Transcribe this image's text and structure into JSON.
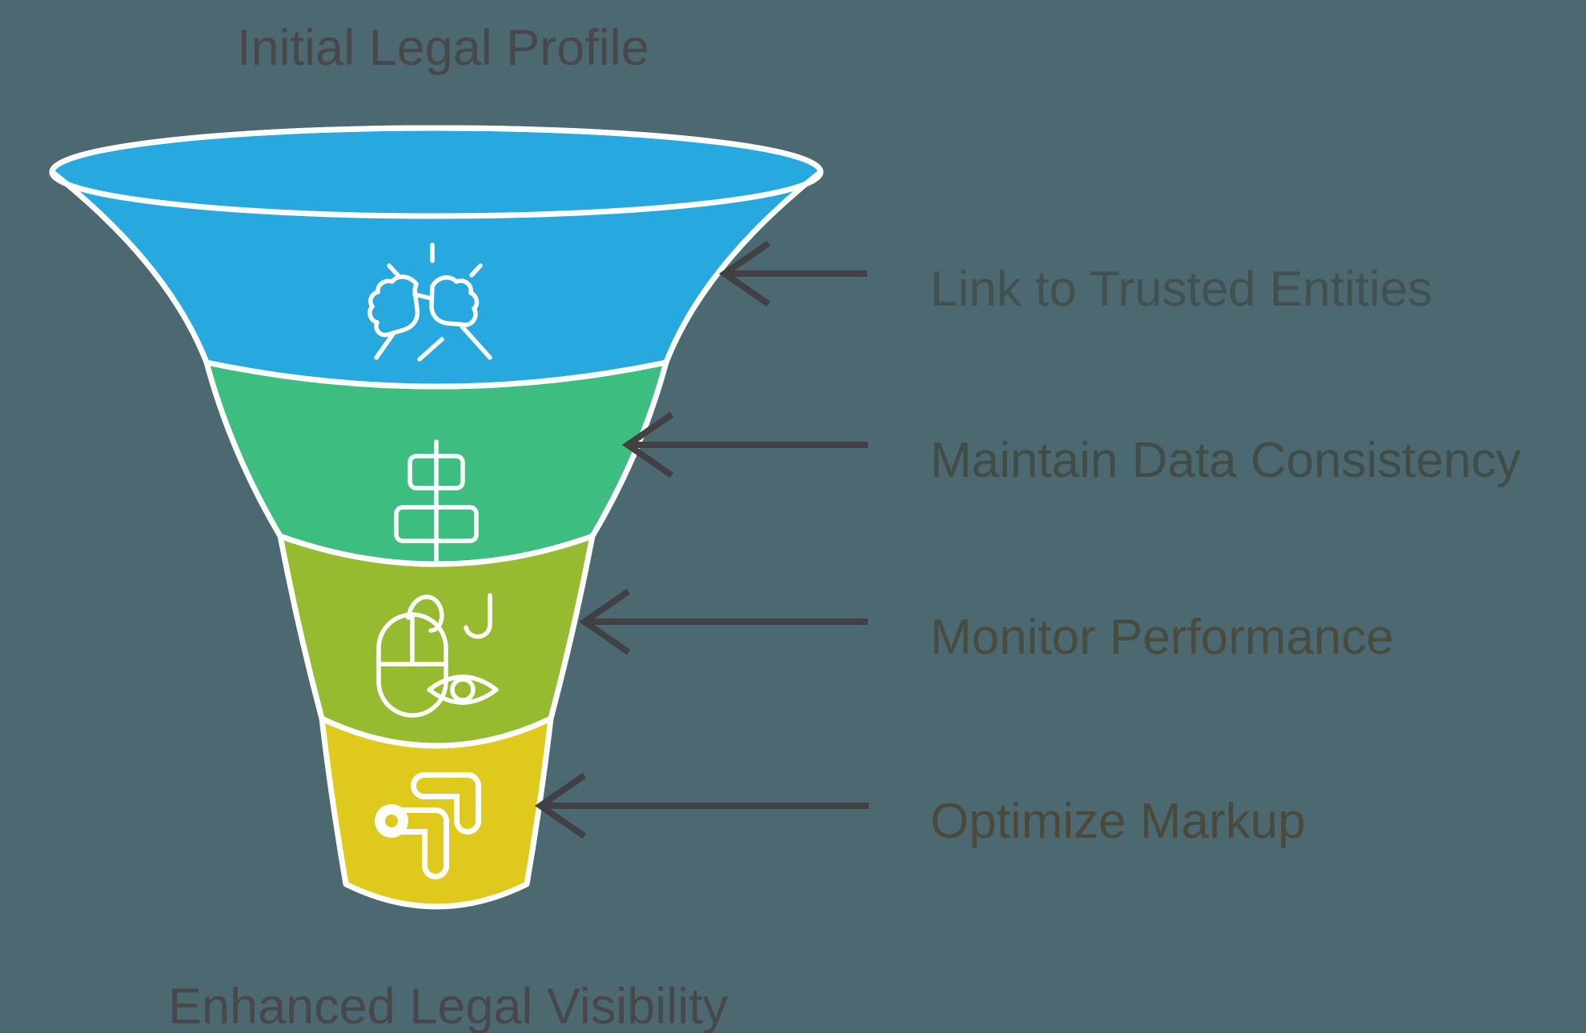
{
  "title": "Initial Legal Profile",
  "footer": "Enhanced Legal Visibility",
  "background_color": "#4C6971",
  "text_color": "#48484A",
  "funnel": {
    "outline_color": "#FFFFFF",
    "arrow_color": "#414042",
    "stages": [
      {
        "label": "Link to Trusted Entities",
        "color": "#27A9E0",
        "icon": "fist-bump-icon",
        "label_color": "#42504E"
      },
      {
        "label": "Maintain Data Consistency",
        "color": "#3EBD80",
        "icon": "align-center-icon",
        "label_color": "#414C46"
      },
      {
        "label": "Monitor Performance",
        "color": "#96BB31",
        "icon": "mouse-monitor-icon",
        "label_color": "#474C3E"
      },
      {
        "label": "Optimize Markup",
        "color": "#DFC91C",
        "icon": "optimize-arrow-icon",
        "label_color": "#4B4939"
      }
    ]
  }
}
